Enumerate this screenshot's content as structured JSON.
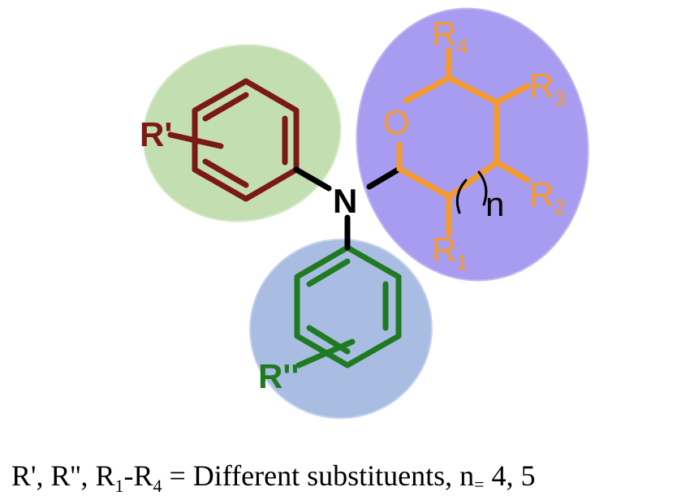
{
  "colors": {
    "green_ellipse": "#c3dfb1",
    "purple_ellipse": "#a89cf0",
    "blue_ellipse": "#a9bde2",
    "ring_left": "#7b1818",
    "ring_bottom": "#1f7a22",
    "pyran_ring": "#f59a2c",
    "bond_black": "#000000"
  },
  "labels": {
    "r_prime": "R'",
    "r_double_prime": "R''",
    "nitrogen": "N",
    "oxygen": "O",
    "n": "n",
    "r4": {
      "main": "R",
      "sub": "4"
    },
    "r3": {
      "main": "R",
      "sub": "3"
    },
    "r2": {
      "main": "R",
      "sub": "2"
    },
    "r1": {
      "main": "R",
      "sub": "1"
    }
  },
  "caption": {
    "part1": "R', R'', R",
    "sub1": "1",
    "part2": "-R",
    "sub2": "4",
    "part3": " = Different substituents, n",
    "sub_eq": "=",
    "part4": " 4, 5"
  }
}
